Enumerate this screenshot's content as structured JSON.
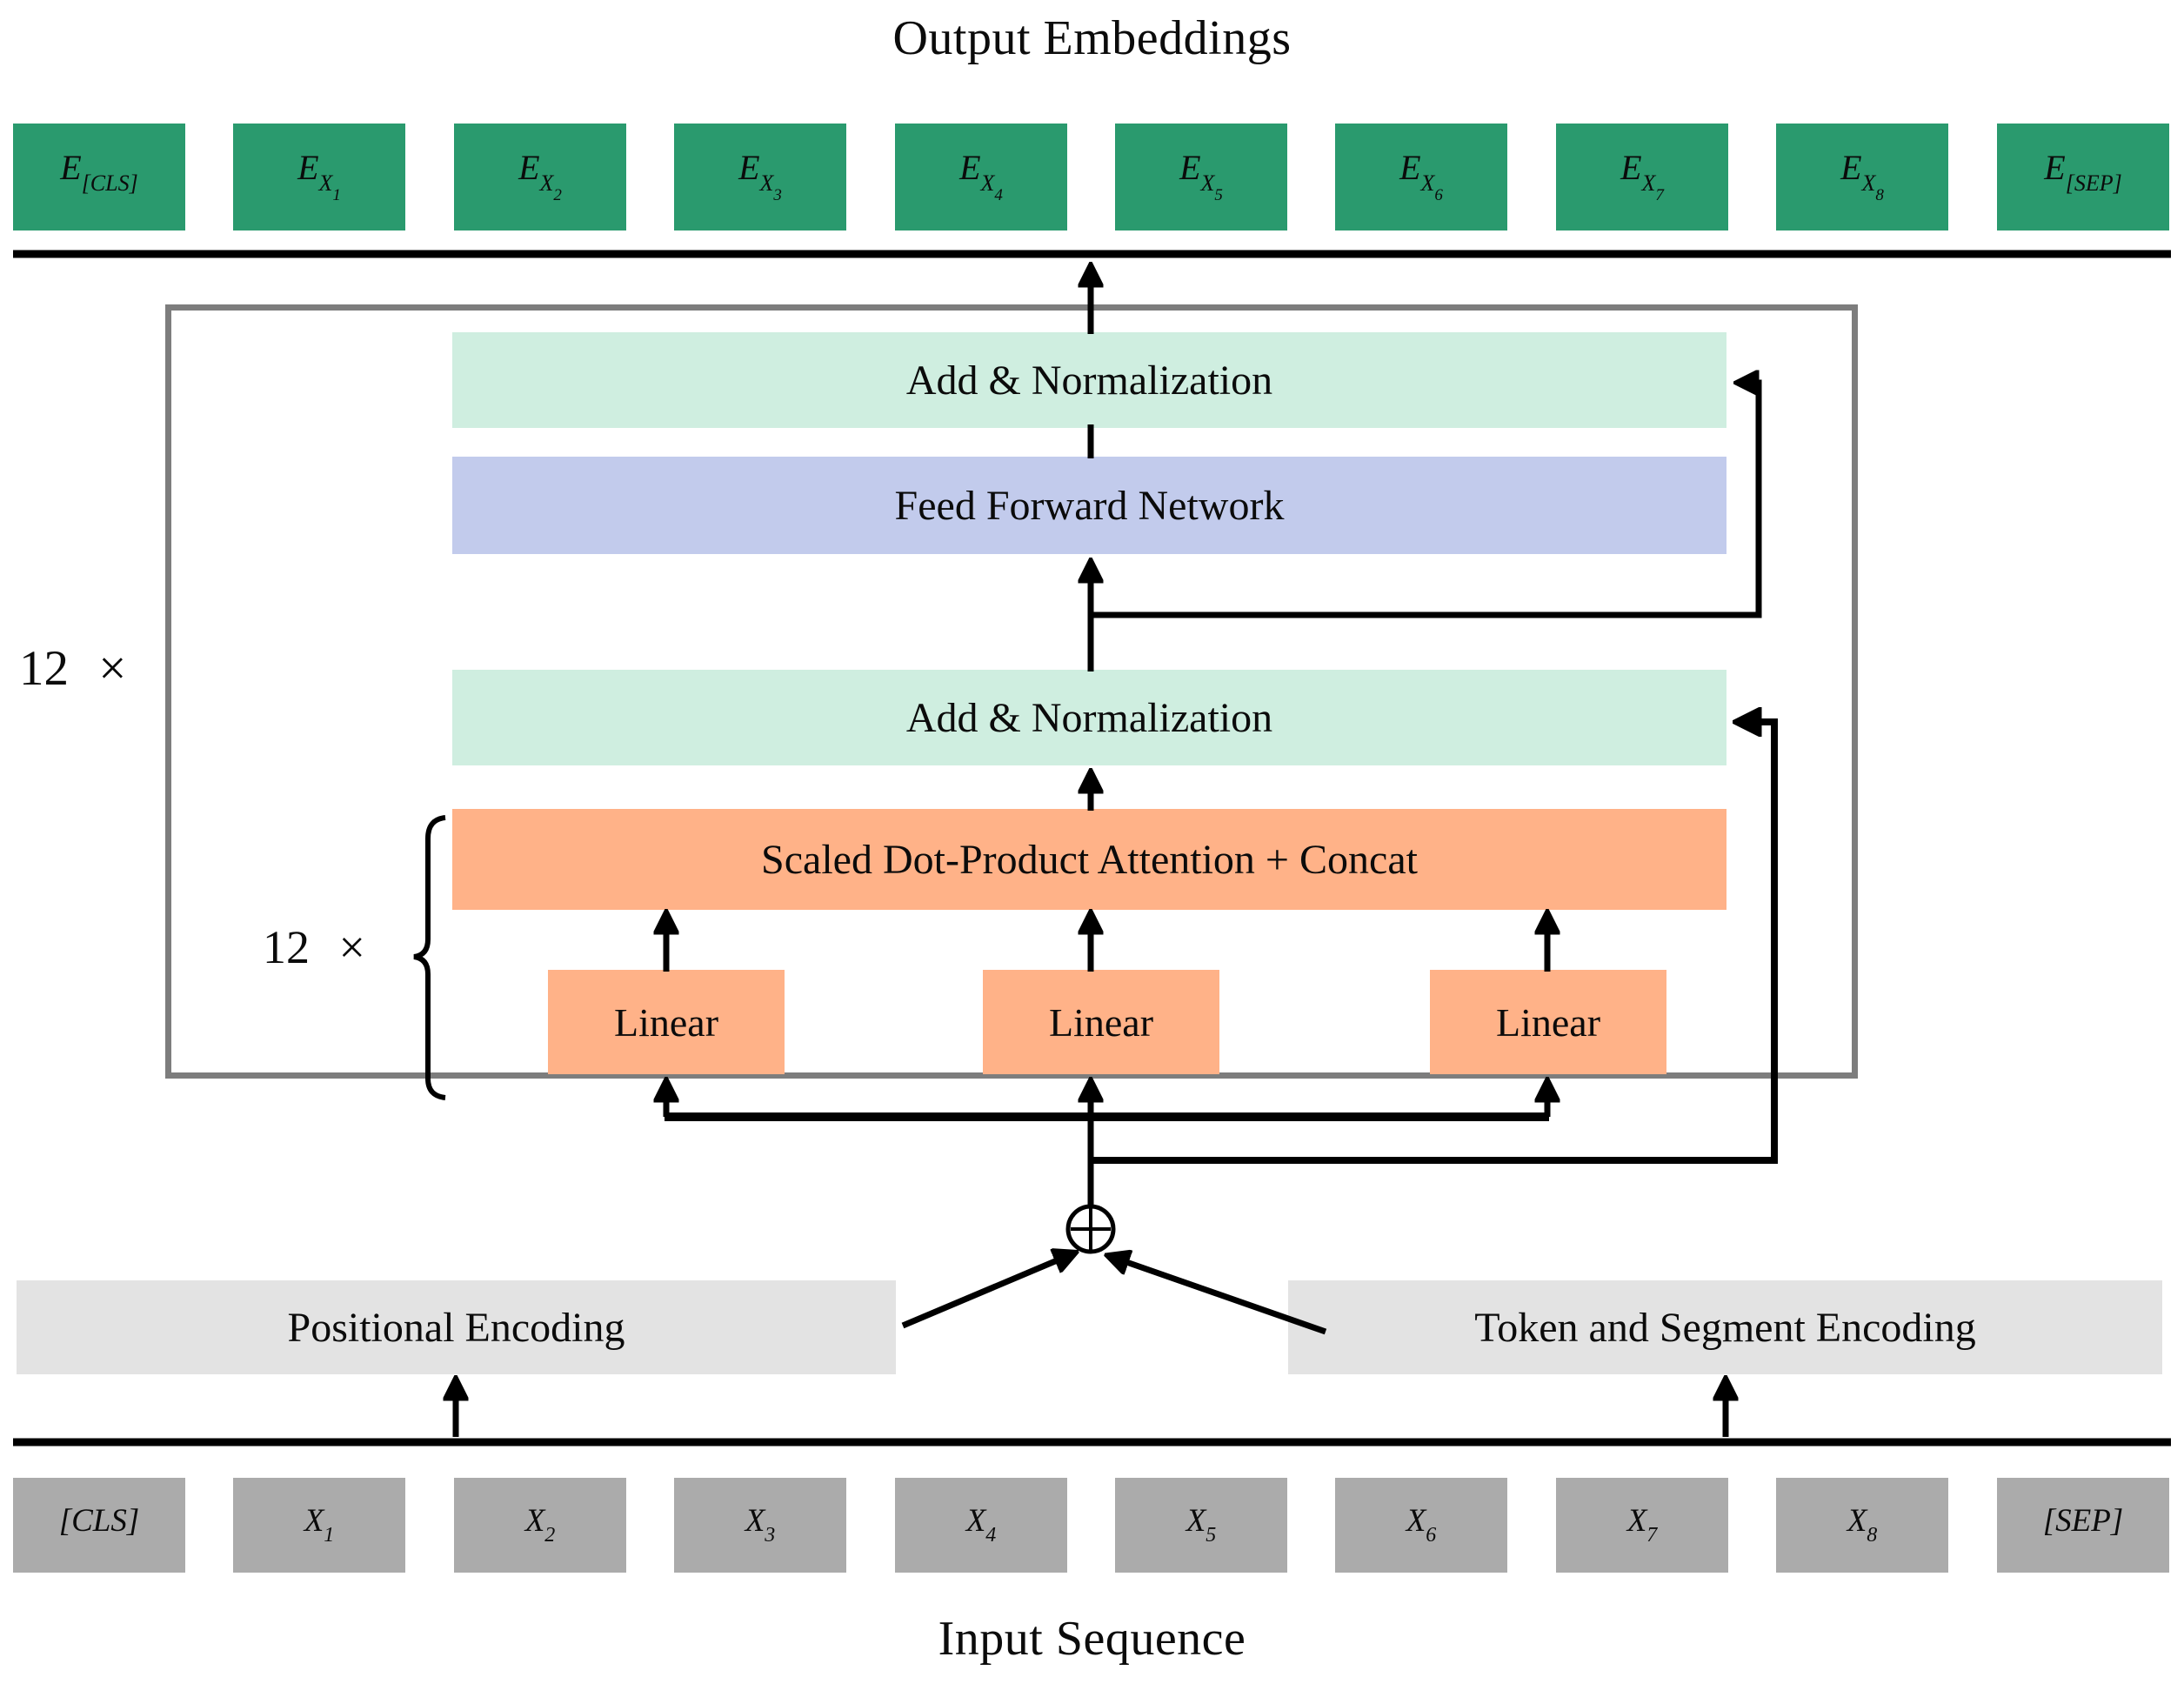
{
  "titles": {
    "top": "Output Embeddings",
    "bottom": "Input Sequence"
  },
  "output_row": [
    {
      "base": "E",
      "sub": "[CLS]",
      "subsub": ""
    },
    {
      "base": "E",
      "sub": "X",
      "subsub": "1"
    },
    {
      "base": "E",
      "sub": "X",
      "subsub": "2"
    },
    {
      "base": "E",
      "sub": "X",
      "subsub": "3"
    },
    {
      "base": "E",
      "sub": "X",
      "subsub": "4"
    },
    {
      "base": "E",
      "sub": "X",
      "subsub": "5"
    },
    {
      "base": "E",
      "sub": "X",
      "subsub": "6"
    },
    {
      "base": "E",
      "sub": "X",
      "subsub": "7"
    },
    {
      "base": "E",
      "sub": "X",
      "subsub": "8"
    },
    {
      "base": "E",
      "sub": "[SEP]",
      "subsub": ""
    }
  ],
  "input_row": [
    {
      "base": "[CLS]",
      "sub": ""
    },
    {
      "base": "X",
      "sub": "1"
    },
    {
      "base": "X",
      "sub": "2"
    },
    {
      "base": "X",
      "sub": "3"
    },
    {
      "base": "X",
      "sub": "4"
    },
    {
      "base": "X",
      "sub": "5"
    },
    {
      "base": "X",
      "sub": "6"
    },
    {
      "base": "X",
      "sub": "7"
    },
    {
      "base": "X",
      "sub": "8"
    },
    {
      "base": "[SEP]",
      "sub": ""
    }
  ],
  "blocks": {
    "add_norm": "Add & Normalization",
    "ffn": "Feed Forward Network",
    "attention": "Scaled Dot-Product Attention + Concat",
    "linear": "Linear",
    "positional": "Positional Encoding",
    "token_segment": "Token and Segment Encoding"
  },
  "multipliers": {
    "outer": "12 ×",
    "inner": "12 ×"
  },
  "icons": {
    "sum_node": "⊕"
  },
  "colors": {
    "green": "#2a9a6e",
    "mint": "#cfeee0",
    "lavender": "#c2cbec",
    "orange": "#ffb288",
    "inputgray": "#ababab",
    "panelgray": "#e3e3e3",
    "bordergray": "#7d7d7d",
    "ink": "#000000"
  }
}
